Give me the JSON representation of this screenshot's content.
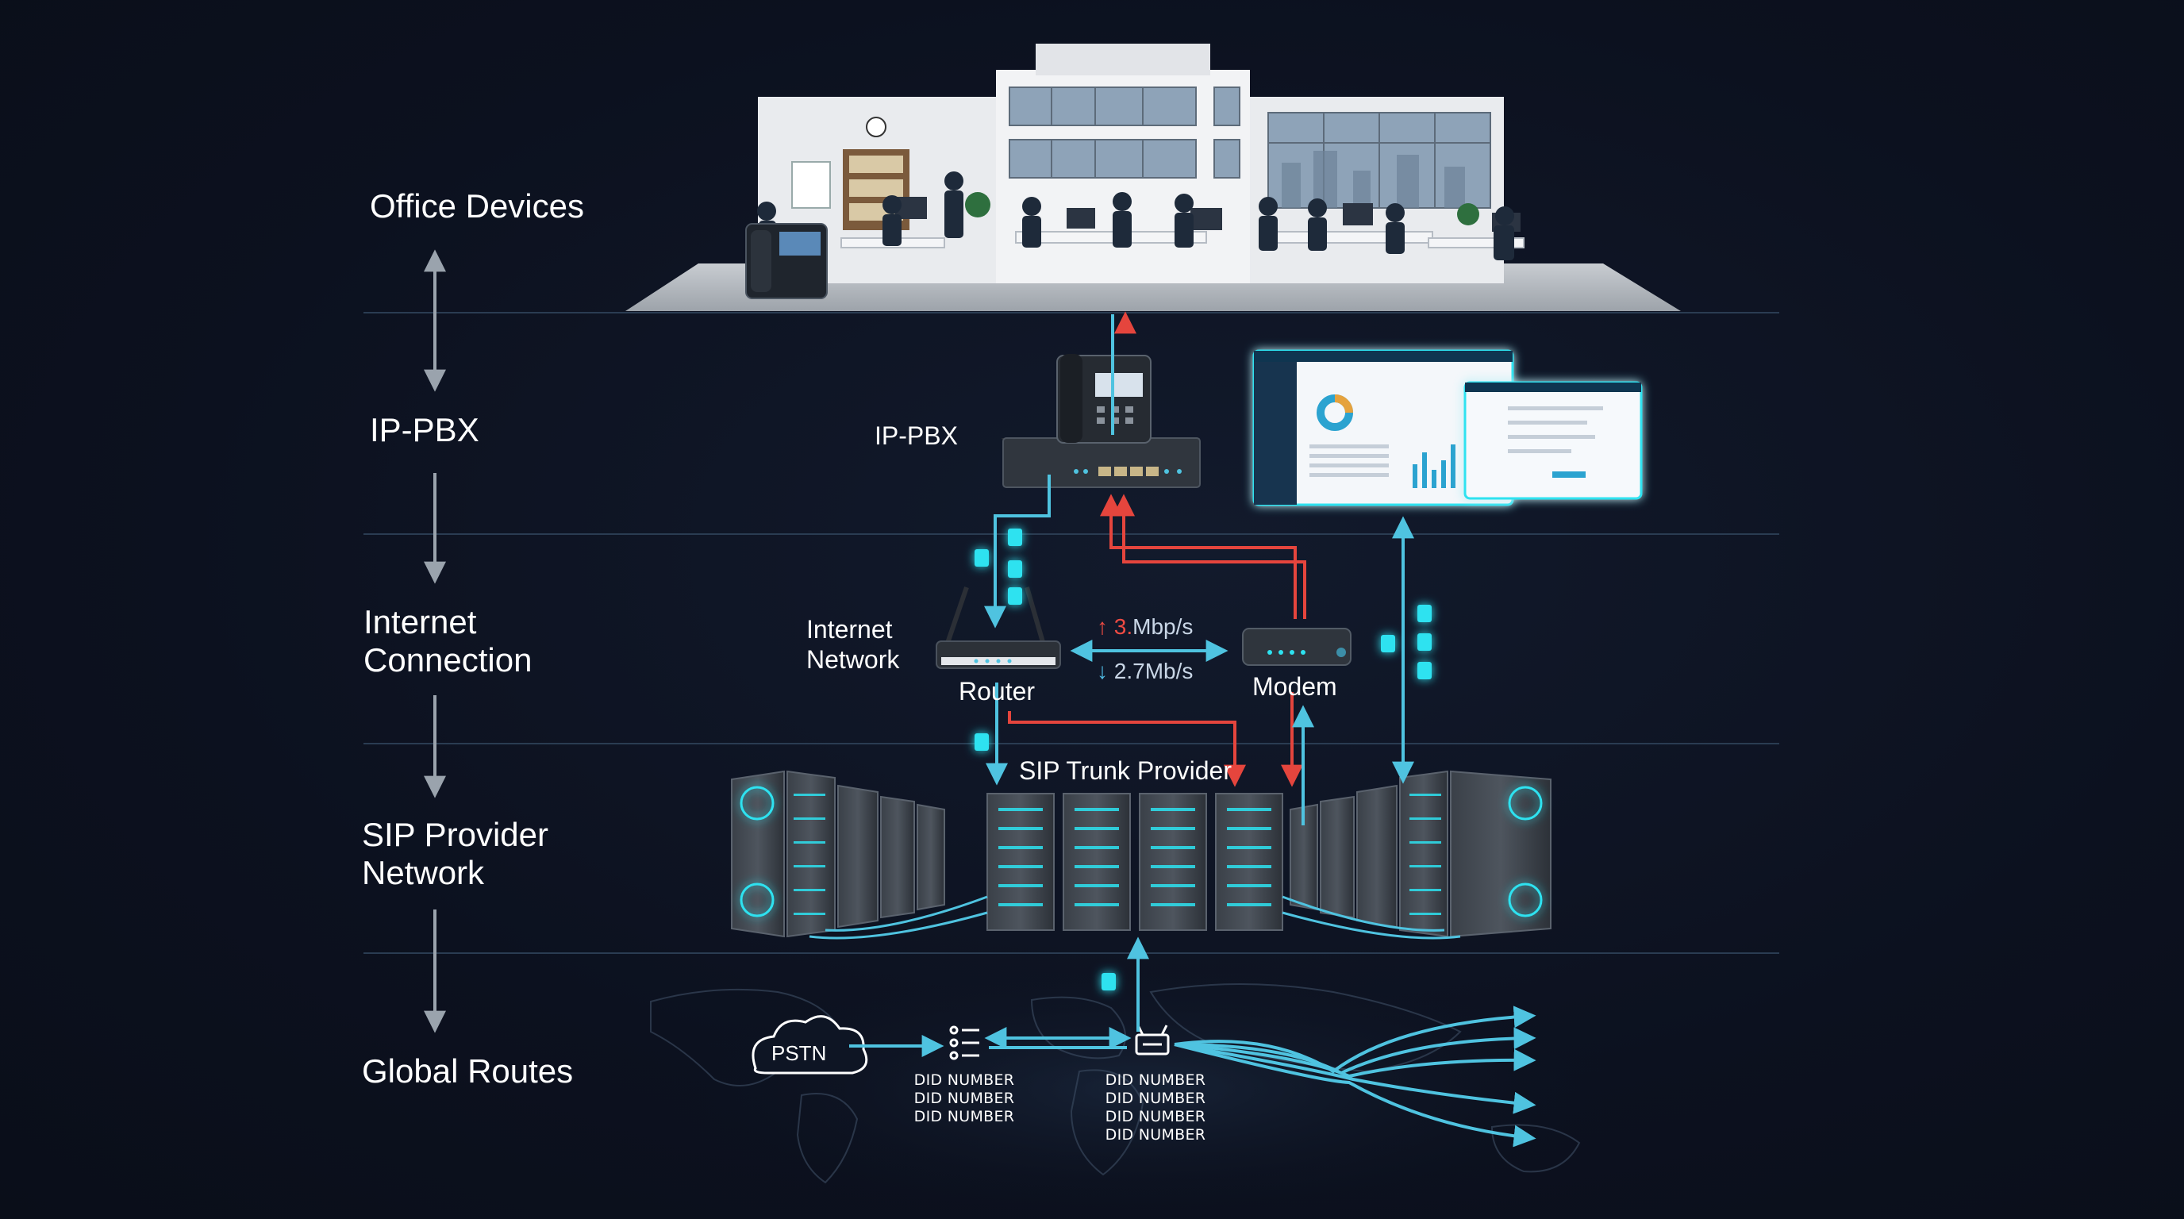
{
  "layers": [
    "Office Devices",
    "IP-PBX",
    "Internet\nConnection",
    "SIP Provider\nNetwork",
    "Global Routes"
  ],
  "nodes": {
    "ip_pbx": "IP-PBX",
    "internet_network": "Internet\nNetwork",
    "router": "Router",
    "modem": "Modem",
    "sip_trunk_provider": "SIP Trunk Provider",
    "pstn": "PSTN"
  },
  "rates": {
    "up_arrow": "↑",
    "up_value": "3.",
    "up_unit": "Mbp/s",
    "down_arrow": "↓",
    "down_value": "2.7Mb/s"
  },
  "did_numbers": {
    "left": "DID NUMBER\nDID NUMBER\nDID NUMBER",
    "right": "DID NUMBER\nDID NUMBER\nDID NUMBER\nDID NUMBER"
  },
  "colors": {
    "background": "#0c111f",
    "link_cyan": "#4fc3e0",
    "link_red": "#e5453d",
    "glow": "#2de2f0",
    "divider": "#2a3c52"
  }
}
